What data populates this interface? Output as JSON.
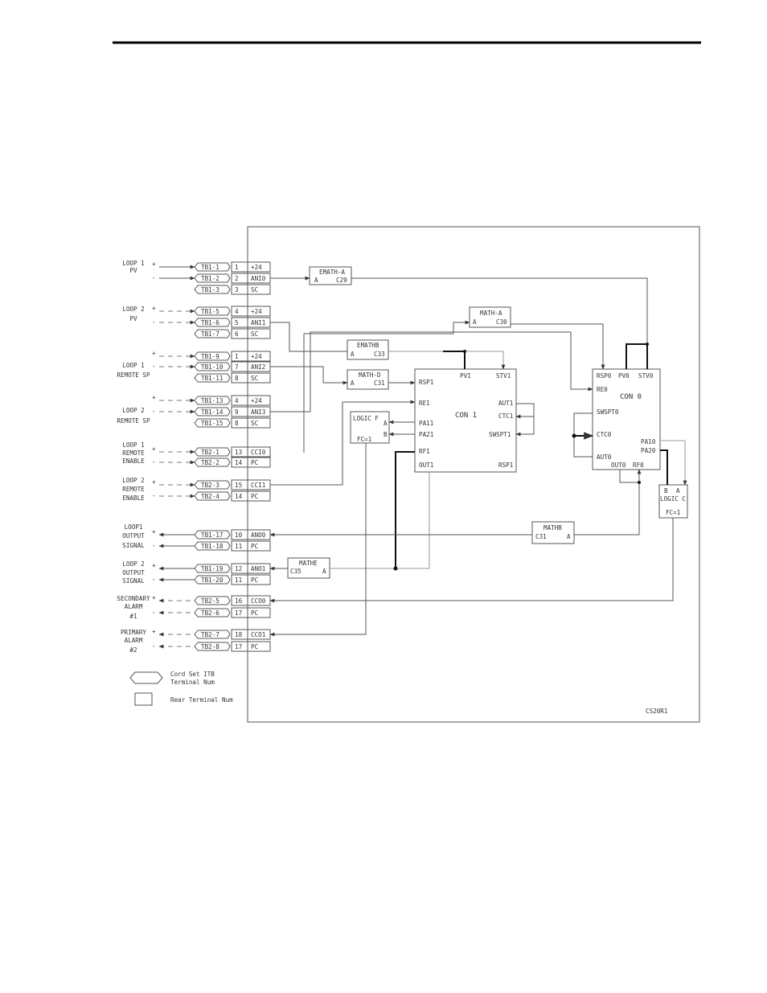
{
  "header": {
    "rule": true
  },
  "diagram": {
    "signals": [
      {
        "lines": [
          "LOOP 1",
          "PV"
        ],
        "plus": "+",
        "minus": "-"
      },
      {
        "lines": [
          "LOOP 2",
          "PV"
        ],
        "plus": "+",
        "minus": "-"
      },
      {
        "lines": [
          "LOOP 1",
          "REMOTE SP"
        ],
        "plus": "+",
        "minus": "-"
      },
      {
        "lines": [
          "LOOP 2",
          "REMOTE SP"
        ],
        "plus": "+",
        "minus": "-"
      },
      {
        "lines": [
          "LOOP 1",
          "REMOTE",
          "ENABLE"
        ],
        "plus": "+",
        "minus": "-"
      },
      {
        "lines": [
          "LOOP 2",
          "REMOTE",
          "ENABLE"
        ],
        "plus": "+",
        "minus": "-"
      },
      {
        "lines": [
          "LOOP1",
          "OUTPUT",
          "SIGNAL"
        ],
        "plus": "+",
        "minus": "-"
      },
      {
        "lines": [
          "LOOP 2",
          "OUTPUT",
          "SIGNAL"
        ],
        "plus": "+",
        "minus": "-"
      },
      {
        "lines": [
          "SECONDARY",
          "ALARM",
          "#1"
        ],
        "plus": "+",
        "minus": "-"
      },
      {
        "lines": [
          "PRIMARY",
          "ALARM",
          "#2"
        ],
        "plus": "+",
        "minus": "-"
      }
    ],
    "terminals": [
      {
        "tb": "TB1-1",
        "num": "1",
        "fn": "+24"
      },
      {
        "tb": "TB1-2",
        "num": "2",
        "fn": "ANI0"
      },
      {
        "tb": "TB1-3",
        "num": "3",
        "fn": "SC"
      },
      {
        "tb": "TB1-5",
        "num": "4",
        "fn": "+24"
      },
      {
        "tb": "TB1-6",
        "num": "5",
        "fn": "ANI1"
      },
      {
        "tb": "TB1-7",
        "num": "6",
        "fn": "SC"
      },
      {
        "tb": "TB1-9",
        "num": "1",
        "fn": "+24"
      },
      {
        "tb": "TB1-10",
        "num": "7",
        "fn": "ANI2"
      },
      {
        "tb": "TB1-11",
        "num": "8",
        "fn": "SC"
      },
      {
        "tb": "TB1-13",
        "num": "4",
        "fn": "+24"
      },
      {
        "tb": "TB1-14",
        "num": "9",
        "fn": "ANI3"
      },
      {
        "tb": "TB1-15",
        "num": "8",
        "fn": "SC"
      },
      {
        "tb": "TB2-1",
        "num": "13",
        "fn": "CCI0"
      },
      {
        "tb": "TB2-2",
        "num": "14",
        "fn": "PC"
      },
      {
        "tb": "TB2-3",
        "num": "15",
        "fn": "CCI1"
      },
      {
        "tb": "TB2-4",
        "num": "14",
        "fn": "PC"
      },
      {
        "tb": "TB1-17",
        "num": "10",
        "fn": "ANO0"
      },
      {
        "tb": "TB1-18",
        "num": "11",
        "fn": "PC"
      },
      {
        "tb": "TB1-19",
        "num": "12",
        "fn": "ANO1"
      },
      {
        "tb": "TB1-20",
        "num": "11",
        "fn": "PC"
      },
      {
        "tb": "TB2-5",
        "num": "16",
        "fn": "CCO0"
      },
      {
        "tb": "TB2-6",
        "num": "17",
        "fn": "PC"
      },
      {
        "tb": "TB2-7",
        "num": "18",
        "fn": "CCO1"
      },
      {
        "tb": "TB2-8",
        "num": "17",
        "fn": "PC"
      }
    ],
    "blocks": {
      "emath_a": {
        "title": "EMATH-A",
        "in": "A",
        "out": "C29"
      },
      "math_a": {
        "title": "MATH-A",
        "in": "A",
        "out": "C30"
      },
      "emath_b": {
        "title": "EMATHB",
        "in": "A",
        "out": "C33"
      },
      "math_d": {
        "title": "MATH-D",
        "in": "A",
        "out": "C31"
      },
      "math_b": {
        "title": "MATHB",
        "out": "C31",
        "in": "A"
      },
      "math_e": {
        "title": "MATHE",
        "out": "C35",
        "in": "A"
      },
      "logic_f": {
        "title": "LOGIC F",
        "a": "A",
        "b": "B",
        "fc": "FC=1"
      },
      "logic_c": {
        "b": "B",
        "a": "A",
        "title": "LOGIC C",
        "fc": "FC=1"
      },
      "con1": {
        "title": "CON 1",
        "pvi": "PVI",
        "stv1": "STV1",
        "rsp1_in": "RSP1",
        "re1": "RE1",
        "aut1": "AUT1",
        "ctc1": "CTC1",
        "pa11": "PA11",
        "pa21": "PA21",
        "swspt1": "SWSPT1",
        "rf1": "RF1",
        "out1": "OUT1",
        "rsp1_out": "RSP1"
      },
      "con0": {
        "title": "CON 0",
        "rsp0": "RSP0",
        "pv0": "PV0",
        "stv0": "STV0",
        "re0": "RE0",
        "swspt0": "SWSPT0",
        "ctc0": "CTC0",
        "aut0": "AUT0",
        "pa10": "PA10",
        "pa20": "PA20",
        "out0": "OUT0",
        "rf0": "RF0"
      }
    },
    "legend": {
      "hex_label_1": "Cord Set ITB",
      "hex_label_2": "Terminal Num",
      "rect_label": "Rear Terminal Num"
    },
    "drawing_id": "CS20R1"
  }
}
